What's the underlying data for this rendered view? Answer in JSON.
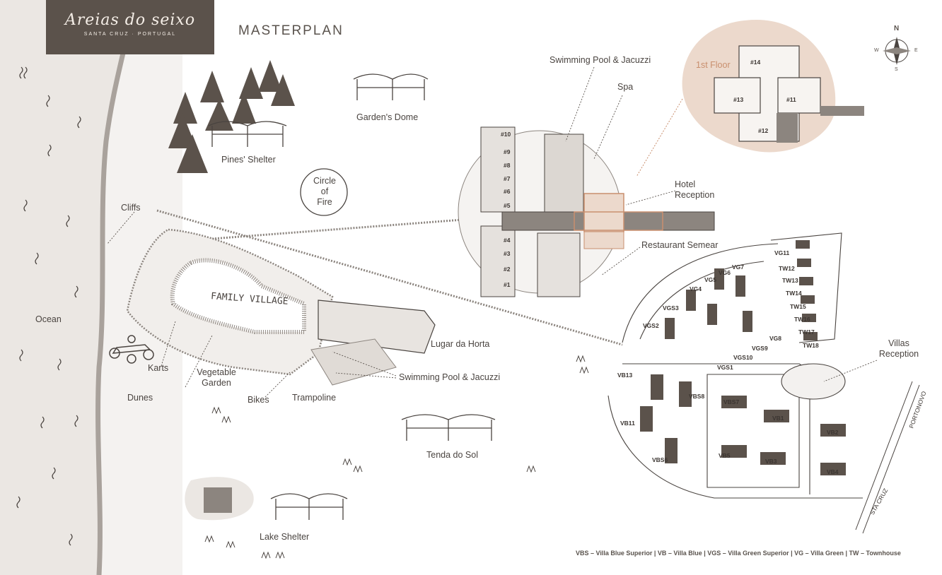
{
  "brand": {
    "name": "Areias do seixo",
    "subtitle": "SANTA CRUZ · PORTUGAL"
  },
  "title": "MASTERPLAN",
  "compass": {
    "n": "N",
    "s": "S",
    "e": "E",
    "w": "W"
  },
  "labels": {
    "ocean": "Ocean",
    "cliffs": "Cliffs",
    "dunes": "Dunes",
    "karts": "Karts",
    "bikes": "Bikes",
    "trampoline": "Trampoline",
    "vegetable_garden_1": "Vegetable",
    "vegetable_garden_2": "Garden",
    "pines_shelter": "Pines' Shelter",
    "gardens_dome": "Garden's Dome",
    "circle_of_fire_1": "Circle",
    "circle_of_fire_2": "of",
    "circle_of_fire_3": "Fire",
    "swimming_pool_top": "Swimming Pool & Jacuzzi",
    "spa": "Spa",
    "first_floor": "1st Floor",
    "hotel_reception_1": "Hotel",
    "hotel_reception_2": "Reception",
    "restaurant": "Restaurant Semear",
    "lugar_da_horta": "Lugar da Horta",
    "swimming_pool_bottom": "Swimming Pool & Jacuzzi",
    "tenda_do_sol": "Tenda do Sol",
    "lake_shelter": "Lake Shelter",
    "villas_reception_1": "Villas",
    "villas_reception_2": "Reception",
    "family_village": "FAMILY VILLAGE",
    "road_portonovo": "PORTONOVO",
    "road_sta_cruz": "STA CRUZ"
  },
  "rooms": {
    "hotel": [
      "#10",
      "#9",
      "#8",
      "#7",
      "#6",
      "#5",
      "#4",
      "#3",
      "#2",
      "#1"
    ],
    "first_floor": [
      "#14",
      "#13",
      "#11",
      "#12"
    ]
  },
  "villas": {
    "vg": [
      "VG11",
      "VG7",
      "VG6",
      "VG5",
      "VG4",
      "VGS3",
      "VGS2",
      "VG8",
      "VGS9",
      "VGS10",
      "VGS1"
    ],
    "tw": [
      "TW12",
      "TW13",
      "TW14",
      "TW15",
      "TW16",
      "TW17",
      "TW18"
    ],
    "vb": [
      "VB13",
      "VBS8",
      "VBS7",
      "VB1",
      "VB2",
      "VB11",
      "VB5",
      "VB3",
      "VB4",
      "VBS6"
    ]
  },
  "legend": "VBS – Villa Blue Superior  |  VB – Villa Blue  |  VGS – Villa Green Superior  |  VG – Villa Green  |  TW – Townhouse",
  "colors": {
    "ink": "#4a4440",
    "sand": "#ebe7e3",
    "cliff": "#a9a29c",
    "accent": "#c98f6e",
    "highlight": "#ecd9cc",
    "brand_bg": "#5b524b"
  }
}
